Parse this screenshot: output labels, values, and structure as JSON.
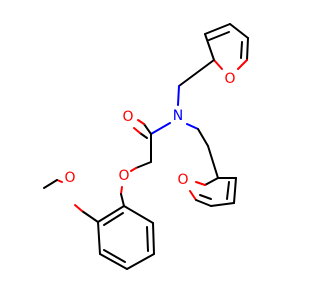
{
  "molecule": {
    "atoms": {
      "o_furan1": {
        "symbol": "O",
        "color": "#ff0000"
      },
      "o_carbonyl": {
        "symbol": "O",
        "color": "#ff0000"
      },
      "n_amide": {
        "symbol": "N",
        "color": "#0000ff"
      },
      "o_furan2": {
        "symbol": "O",
        "color": "#ff0000"
      },
      "o_ether": {
        "symbol": "O",
        "color": "#ff0000"
      },
      "o_methoxy": {
        "symbol": "O",
        "color": "#ff0000"
      }
    },
    "colors": {
      "bond": "#000000",
      "oxygen": "#ff0000",
      "nitrogen": "#0000ff",
      "background": "#ffffff"
    }
  }
}
